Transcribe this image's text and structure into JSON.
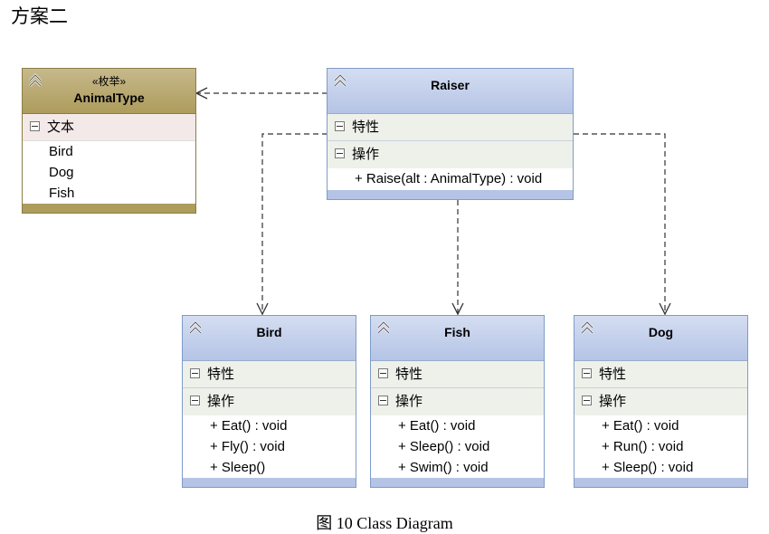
{
  "heading": "方案二",
  "caption": "图 10 Class Diagram",
  "colors": {
    "class_header": "#b5c4e6",
    "enum_header": "#ad9c5c",
    "compartment_bg": "#eef1ea",
    "connector": "#333333"
  },
  "enum_box": {
    "stereotype": "«枚举»",
    "name": "AnimalType",
    "compartment_label": "文本",
    "literals": [
      "Bird",
      "Dog",
      "Fish"
    ],
    "icon": "collapse-chevron-icon"
  },
  "raiser": {
    "name": "Raiser",
    "attributes_label": "特性",
    "operations_label": "操作",
    "operations": [
      "+ Raise(alt : AnimalType) : void"
    ]
  },
  "bird": {
    "name": "Bird",
    "attributes_label": "特性",
    "operations_label": "操作",
    "operations": [
      "+ Eat() : void",
      "+ Fly() : void",
      "+ Sleep()"
    ]
  },
  "fish": {
    "name": "Fish",
    "attributes_label": "特性",
    "operations_label": "操作",
    "operations": [
      "+ Eat() : void",
      "+ Sleep() : void",
      "+ Swim() : void"
    ]
  },
  "dog": {
    "name": "Dog",
    "attributes_label": "特性",
    "operations_label": "操作",
    "operations": [
      "+ Eat() : void",
      "+ Run() : void",
      "+ Sleep() : void"
    ]
  }
}
